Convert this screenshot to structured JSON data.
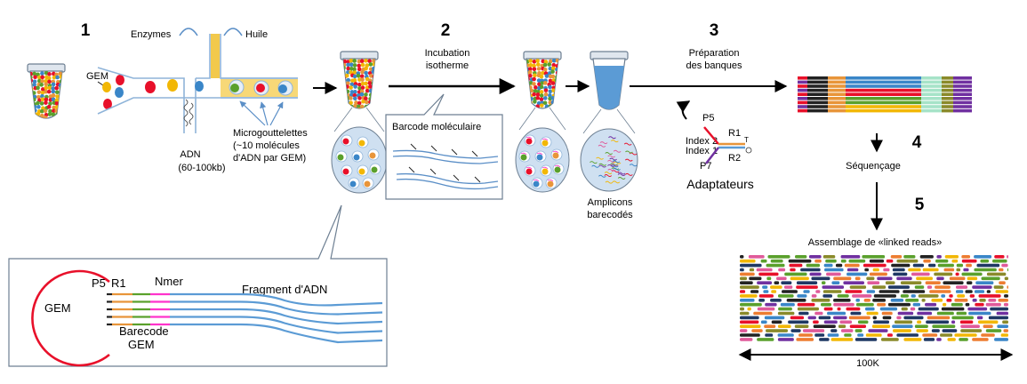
{
  "steps": [
    "1",
    "2",
    "3",
    "4",
    "5"
  ],
  "labels": {
    "gem": "GEM",
    "enzymes": "Enzymes",
    "huile": "Huile",
    "adn": "ADN",
    "adn_size": "(60-100kb)",
    "micro_1": "Microgouttelettes",
    "micro_2": "(~10 molécules",
    "micro_3": "d'ADN par GEM)",
    "incubation_1": "Incubation",
    "incubation_2": "isotherme",
    "barcode_mol": "Barcode moléculaire",
    "amplicons_1": "Amplicons",
    "amplicons_2": "barecodés",
    "prep_1": "Préparation",
    "prep_2": "des banques",
    "p5": "P5",
    "r1": "R1",
    "index2": "Index 2",
    "index1": "Index 1",
    "r2": "R2",
    "p7": "P7",
    "t_label": "T",
    "adaptateurs": "Adaptateurs",
    "sequencage": "Séquençage",
    "assemblage": "Assemblage de «linked reads»",
    "scale": "100K",
    "inset_gem": "GEM",
    "inset_p5": "P5",
    "inset_r1": "R1",
    "inset_nmer": "Nmer",
    "inset_fragment": "Fragment  d'ADN",
    "inset_barecode_1": "Barecode",
    "inset_barecode_2": "GEM"
  },
  "colors": {
    "channel": "#8fb4d9",
    "oil": "#f2c94c",
    "red": "#e8102a",
    "yellow": "#f2b705",
    "green": "#5aa02c",
    "blue": "#3a86c8",
    "tube_blue": "#5b9bd5",
    "circle_fill": "#cfe0f1",
    "purple": "#7030a0",
    "orange": "#e8953a",
    "teal": "#a6e3c8",
    "pink": "#ff33cc"
  }
}
